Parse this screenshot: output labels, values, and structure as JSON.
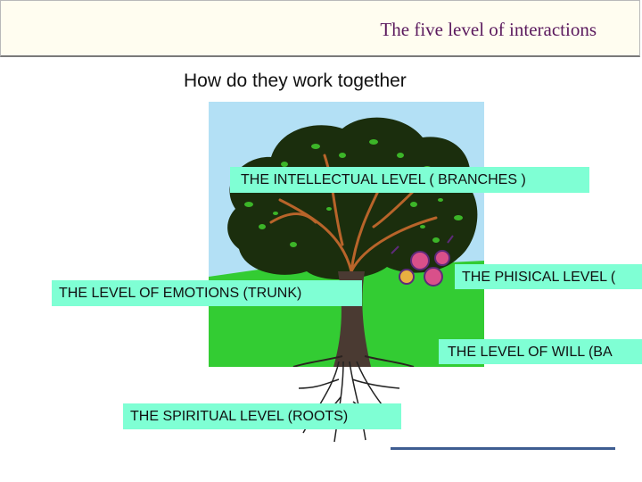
{
  "slide": {
    "title": "The five level of interactions",
    "subtitle": "How do they work together"
  },
  "labels": {
    "intellectual": "THE INTELLECTUAL LEVEL  ( BRANCHES )",
    "physical": "THE PHISICAL LEVEL (",
    "emotions": "THE LEVEL OF EMOTIONS  (TRUNK)",
    "will": "THE LEVEL OF WILL  (BA",
    "spiritual": "THE SPIRITUAL LEVEL (ROOTS)"
  },
  "colors": {
    "label_bg": "#7fffd4",
    "sky": "#b3e0f5",
    "grass": "#33cc33",
    "foliage": "#1b2e0d",
    "leaf": "#3cb528",
    "trunk": "#4a3a32",
    "fruit": "#d9508a",
    "title_text": "#5b1a5e",
    "accent_line": "#3e5d91"
  },
  "icons": {
    "tree": "tree-clipart",
    "fruit": "fruit-cluster"
  }
}
